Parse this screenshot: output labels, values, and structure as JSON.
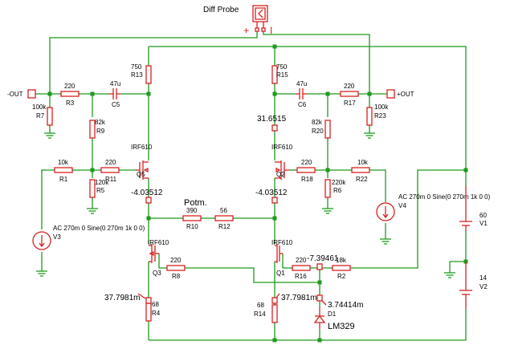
{
  "probe": {
    "title": "Diff Probe",
    "plus": "+",
    "minus": "I"
  },
  "ports": {
    "out_neg": "-OUT",
    "out_pos": "+OUT"
  },
  "resistors": {
    "R3": {
      "value": "220",
      "name": "R3"
    },
    "R7": {
      "value": "100k",
      "name": "R7"
    },
    "R13": {
      "value": "750",
      "name": "R13"
    },
    "R9": {
      "value": "82k",
      "name": "R9"
    },
    "R1": {
      "value": "10k",
      "name": "R1"
    },
    "R11": {
      "value": "220",
      "name": "R11"
    },
    "R5": {
      "value": "120k",
      "name": "R5"
    },
    "R10": {
      "value": "390",
      "name": "R10"
    },
    "R12": {
      "value": "56",
      "name": "R12"
    },
    "R8": {
      "value": "220",
      "name": "R8"
    },
    "R4": {
      "value": "68",
      "name": "R4"
    },
    "R15": {
      "value": "750",
      "name": "R15"
    },
    "R17": {
      "value": "220",
      "name": "R17"
    },
    "R23": {
      "value": "100k",
      "name": "R23"
    },
    "R20": {
      "value": "82k",
      "name": "R20"
    },
    "R18": {
      "value": "220",
      "name": "R18"
    },
    "R6": {
      "value": "220k",
      "name": "R6"
    },
    "R22": {
      "value": "10k",
      "name": "R22"
    },
    "R16": {
      "value": "220",
      "name": "R16"
    },
    "R2": {
      "value": "18k",
      "name": "R2"
    },
    "R14": {
      "value": "68",
      "name": "R14"
    }
  },
  "capacitors": {
    "C5": {
      "value": "47u",
      "name": "C5"
    },
    "C6": {
      "value": "47u",
      "name": "C6"
    }
  },
  "transistors": {
    "Q5": {
      "model": "IRF610",
      "name": "Q5"
    },
    "Q2": {
      "model": "IRF610",
      "name": "Q2"
    },
    "Q3": {
      "model": "IRF610",
      "name": "Q3"
    },
    "Q1": {
      "model": "IRF610",
      "name": "Q1"
    }
  },
  "sources": {
    "V3": {
      "spec": "AC 270m 0 Sine(0 270m 1k 0 0)",
      "name": "V3"
    },
    "V4": {
      "spec": "AC 270m 0 Sine(0 270m 1k 0 0)",
      "name": "V4"
    },
    "V1": {
      "value": "60",
      "name": "V1"
    },
    "V2": {
      "value": "14",
      "name": "V2"
    }
  },
  "diode": {
    "name": "D1",
    "model": "LM329"
  },
  "labels": {
    "potm": "Potm."
  },
  "probes": {
    "p1": "31.6515",
    "p2": "-4.03512",
    "p3": "-4.03512",
    "p4": "-7.39461",
    "p5": "37.7981m",
    "p6": "37.7981m",
    "p7": "3.74414m"
  }
}
